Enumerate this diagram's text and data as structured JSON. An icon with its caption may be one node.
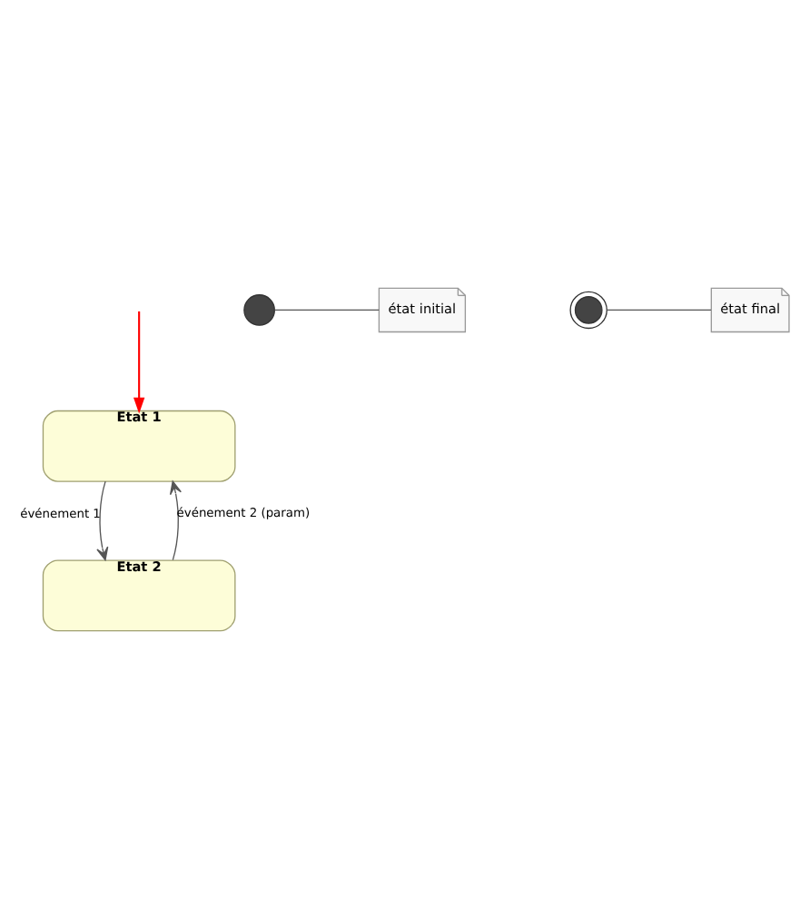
{
  "diagram": {
    "nodes": [
      {
        "text": [
          "Etat 1"
        ]
      },
      {
        "text": [
          "Etat 2"
        ]
      },
      {
        "text": [],
        "shape": "circle"
      },
      {
        "text": [
          "état initial"
        ]
      },
      {
        "text": [],
        "shape": "circle"
      },
      {
        "text": [
          "état final"
        ]
      }
    ],
    "edges": [
      {
        "from": null,
        "to": 0,
        "arrow": "to",
        "color": "#ff0000"
      },
      {
        "from": 0,
        "to": 1,
        "arrow": "to",
        "label": "événement 1"
      },
      {
        "from": 1,
        "to": 0,
        "arrow": "to",
        "label": "événement 2 (param)"
      },
      {
        "from": 2,
        "to": 3,
        "arrow": "none"
      },
      {
        "from": 4,
        "to": 5,
        "arrow": "none"
      }
    ]
  }
}
